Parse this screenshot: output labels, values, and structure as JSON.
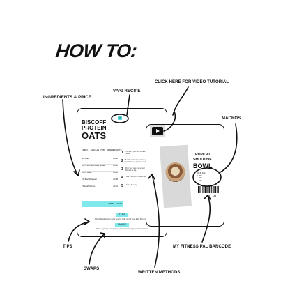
{
  "page": {
    "heading": "HOW TO:"
  },
  "callouts": {
    "ingredients": "INGREDIENTS & PRICE",
    "vvg": "V/VG RECIPE",
    "video": "CLICK HERE FOR VIDEO TUTORIAL",
    "macros": "MACROS",
    "tips": "TIPS",
    "swaps": "SWAPS",
    "written": "WRITTEN METHODS",
    "barcode": "MY FITNESS PAL BARCODE"
  },
  "card1": {
    "title_line1": "BISCOFF",
    "title_line2": "PROTEIN",
    "title_line3": "OATS",
    "badge": "V",
    "subtitle": "1SERV. 402CALS 7MIN 4INGREDIENTS",
    "ingredients": [
      {
        "name": "50g Oats",
        "price": "£0.08"
      },
      {
        "name": "35g V Samuel Protein powder",
        "price": "£0.66"
      },
      {
        "name": "100ml Water",
        "price": "£0.00"
      },
      {
        "name": "15g Biscoff spread",
        "price": "£0.08"
      },
      {
        "name": "2 Biscoff biscuits",
        "price": "£0.10"
      }
    ],
    "steps": [
      {
        "num": "1",
        "text": "Combine your 50g of oats and 150ml of milk or water."
      },
      {
        "num": "2",
        "text": "After the 2 minutes, remove your oats from the heat and stir in your protein powder."
      },
      {
        "num": "3",
        "text": "Pour your oats into a bowl. Crush the Biscoff biscuits on top."
      },
      {
        "num": "4",
        "text": "Add a drizzle of melted Biscoff spread to the top."
      },
      {
        "num": "5",
        "text": "Serve & enjoy!"
      }
    ],
    "total": "TOTAL £0.98",
    "tips_label": "TIPS",
    "tips_text": "Add in blueberries to your bowl to help you hit your daily fibre intake.",
    "swaps_label": "SWAPS",
    "swaps_text": "Make vegan by swapping to your favourite vegan protein powder."
  },
  "card2": {
    "title_line1": "TROPICAL",
    "title_line2": "SMOOTHIE",
    "title_line3": "BOWL",
    "macros": [
      "CALS 402",
      "P 30G",
      "C 50G",
      "F 10G"
    ],
    "price": "£1.01"
  },
  "colors": {
    "accent": "#7fe8ea",
    "ink": "#111111"
  }
}
